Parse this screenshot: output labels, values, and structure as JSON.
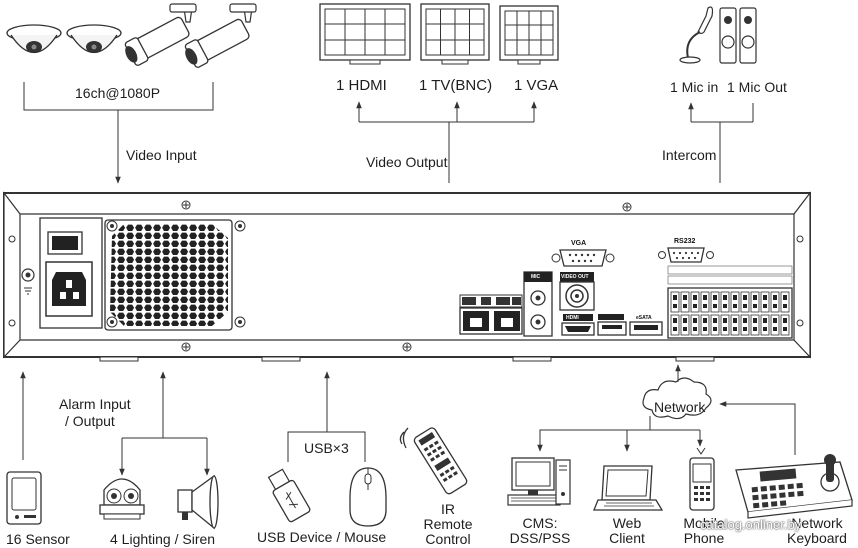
{
  "inputs": {
    "cameras_label": "16ch@1080P",
    "video_input_label": "Video Input"
  },
  "outputs": {
    "hdmi": "1 HDMI",
    "tv": "1 TV(BNC)",
    "vga": "1 VGA",
    "video_output_label": "Video Output"
  },
  "intercom": {
    "mic_in": "1 Mic in",
    "mic_out": "1 Mic Out",
    "label": "Intercom"
  },
  "panel": {
    "vga_port": "VGA",
    "rs232_port": "RS232",
    "video_out_port": "VIDEO OUT",
    "mic_port": "MIC",
    "esata_port": "eSATA",
    "hdmi_port": "HDMI"
  },
  "bottom": {
    "alarm_label_line1": "Alarm Input",
    "alarm_label_line2": "/ Output",
    "sensor": "16 Sensor",
    "lighting": "4 Lighting / Siren",
    "usb_count": "USB×3",
    "usb_devices": "USB Device / Mouse",
    "ir_line1": "IR",
    "ir_line2": "Remote",
    "ir_line3": "Control",
    "network": "Network",
    "cms_line1": "CMS:",
    "cms_line2": "DSS/PSS",
    "web_line1": "Web",
    "web_line2": "Client",
    "mobile_line1": "Mobile",
    "mobile_line2": "Phone",
    "keyboard_line1": "Network",
    "keyboard_line2": "Keyboard"
  },
  "watermark": "catalog.onliner.by",
  "colors": {
    "line": "#333333",
    "device_fill": "#ffffff",
    "grille": "#222222"
  }
}
